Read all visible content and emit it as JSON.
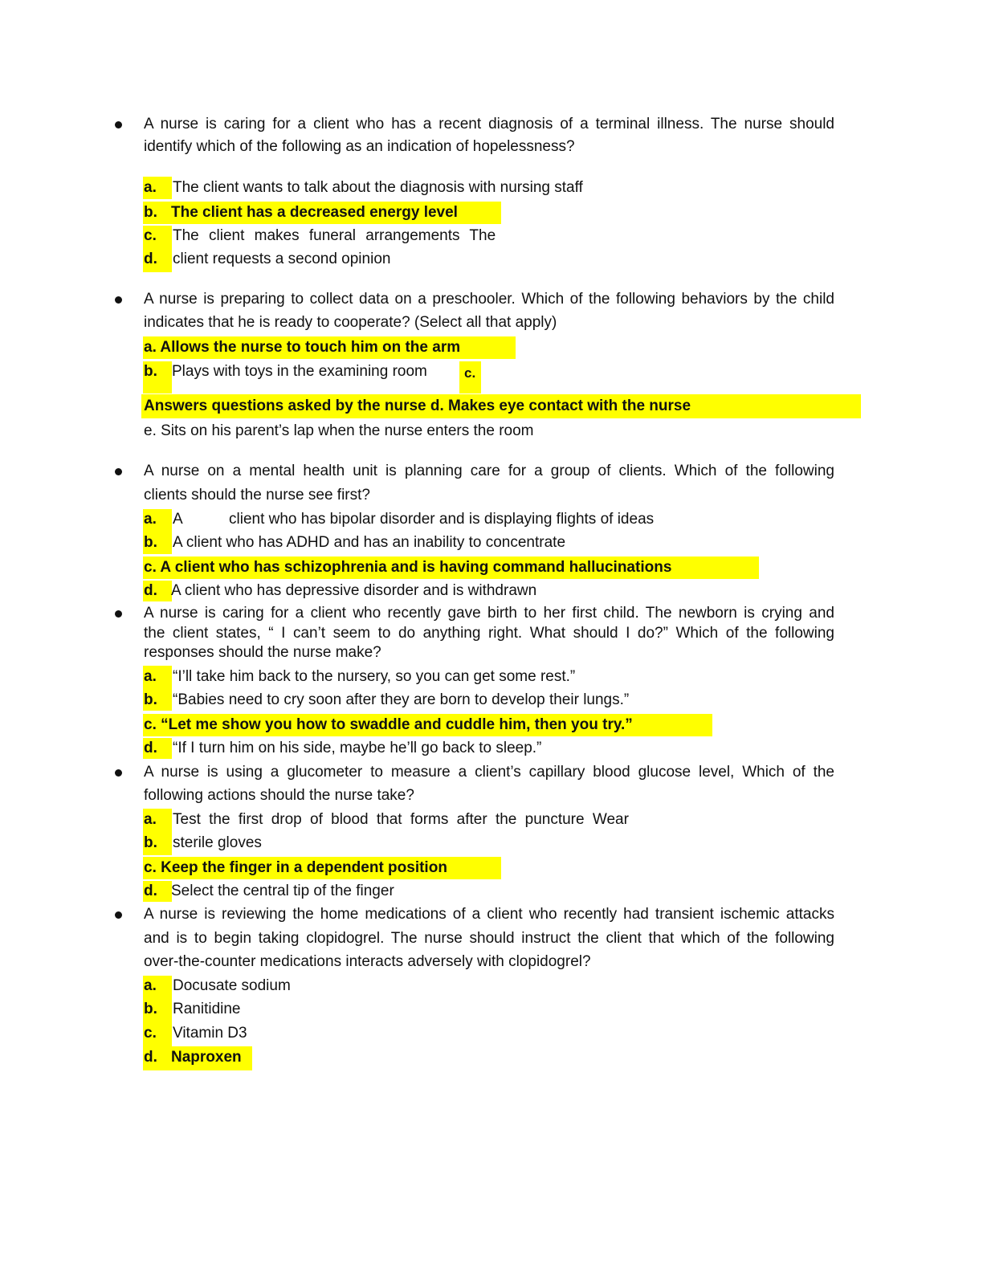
{
  "questions": [
    {
      "stem": [
        "A nurse is caring for a client who has a recent diagnosis of a terminal illness. The nurse should",
        "identify which of the following as an indication of hopelessness?"
      ],
      "options": [
        {
          "label": "a.",
          "text": "The client wants to talk about the diagnosis with nursing staff",
          "correct": false
        },
        {
          "label": "b.",
          "text": "The client has a decreased energy level",
          "correct": true
        },
        {
          "label": "c.",
          "text": "The client makes funeral arrangements The",
          "correct": false
        },
        {
          "label": "d.",
          "text": "client requests a second opinion",
          "correct": false
        }
      ]
    },
    {
      "stem": [
        "A nurse is preparing to collect data on a preschooler. Which of the following behaviors by the child",
        "indicates that he is ready to cooperate? (Select all that apply)"
      ],
      "options": [
        {
          "label": "a.",
          "text": "a. Allows the nurse to touch him on the arm",
          "correct": true
        },
        {
          "label": "b.",
          "text": "Plays with toys in the examining room",
          "correct": false
        },
        {
          "label": "c.",
          "text": "c.",
          "correct": true
        },
        {
          "label": "cd",
          "text": "Answers questions asked by the nurse d. Makes eye contact with the nurse",
          "correct": true
        },
        {
          "label": "e.",
          "text": "e. Sits on his parent’s lap when the nurse enters the room",
          "correct": false
        }
      ]
    },
    {
      "stem": [
        "A nurse on a mental health unit is planning care for a group of clients. Which of the following",
        "clients should the nurse see first?"
      ],
      "options": [
        {
          "label": "a.",
          "text": "A",
          "text2": "client who has bipolar disorder and is displaying flights of ideas",
          "correct": false
        },
        {
          "label": "b.",
          "text": "A client who has ADHD and has an inability to concentrate",
          "correct": false
        },
        {
          "label": "c.",
          "text": "c. A client who has schizophrenia and is having command hallucinations",
          "correct": true
        },
        {
          "label": "d.",
          "text": "A client who has depressive disorder and is withdrawn",
          "correct": false
        }
      ]
    },
    {
      "stem": [
        "A nurse is caring for a client who recently gave birth to her first child. The newborn is crying and",
        "the client states, “ I can’t seem to do anything right. What should I do?” Which of the following",
        "responses should the nurse make?"
      ],
      "options": [
        {
          "label": "a.",
          "text": "“I’ll take him back to the nursery, so you can get some rest.”",
          "correct": false
        },
        {
          "label": "b.",
          "text": "“Babies need to cry soon after they are born to develop their lungs.”",
          "correct": false
        },
        {
          "label": "c.",
          "text": "c. “Let me show you how to swaddle and cuddle him, then you try.”",
          "correct": true
        },
        {
          "label": "d.",
          "text": "“If I turn him on his side, maybe he’ll go back to sleep.”",
          "correct": false
        }
      ]
    },
    {
      "stem": [
        "A nurse is using a glucometer to measure a client’s capillary blood glucose level, Which of the",
        "following actions should the nurse take?"
      ],
      "options": [
        {
          "label": "a.",
          "text": "Test the first drop of blood that forms after the puncture Wear",
          "correct": false
        },
        {
          "label": "b.",
          "text": "sterile gloves",
          "correct": false
        },
        {
          "label": "c.",
          "text": "c. Keep the finger in a dependent position",
          "correct": true
        },
        {
          "label": "d.",
          "text": "Select the central tip of the finger",
          "correct": false
        }
      ]
    },
    {
      "stem": [
        "A nurse is reviewing the home medications of a client who recently had transient ischemic attacks",
        "and is to begin taking clopidogrel. The nurse should instruct the client that which of the following",
        "over-the-counter medications interacts adversely with clopidogrel?"
      ],
      "options": [
        {
          "label": "a.",
          "text": "Docusate sodium",
          "correct": false
        },
        {
          "label": "b.",
          "text": "Ranitidine",
          "correct": false
        },
        {
          "label": "c.",
          "text": "Vitamin D3",
          "correct": false
        },
        {
          "label": "d.",
          "text": "Naproxen",
          "correct": true
        }
      ]
    }
  ],
  "colors": {
    "highlight": "#ffff00",
    "text": "#111111"
  }
}
